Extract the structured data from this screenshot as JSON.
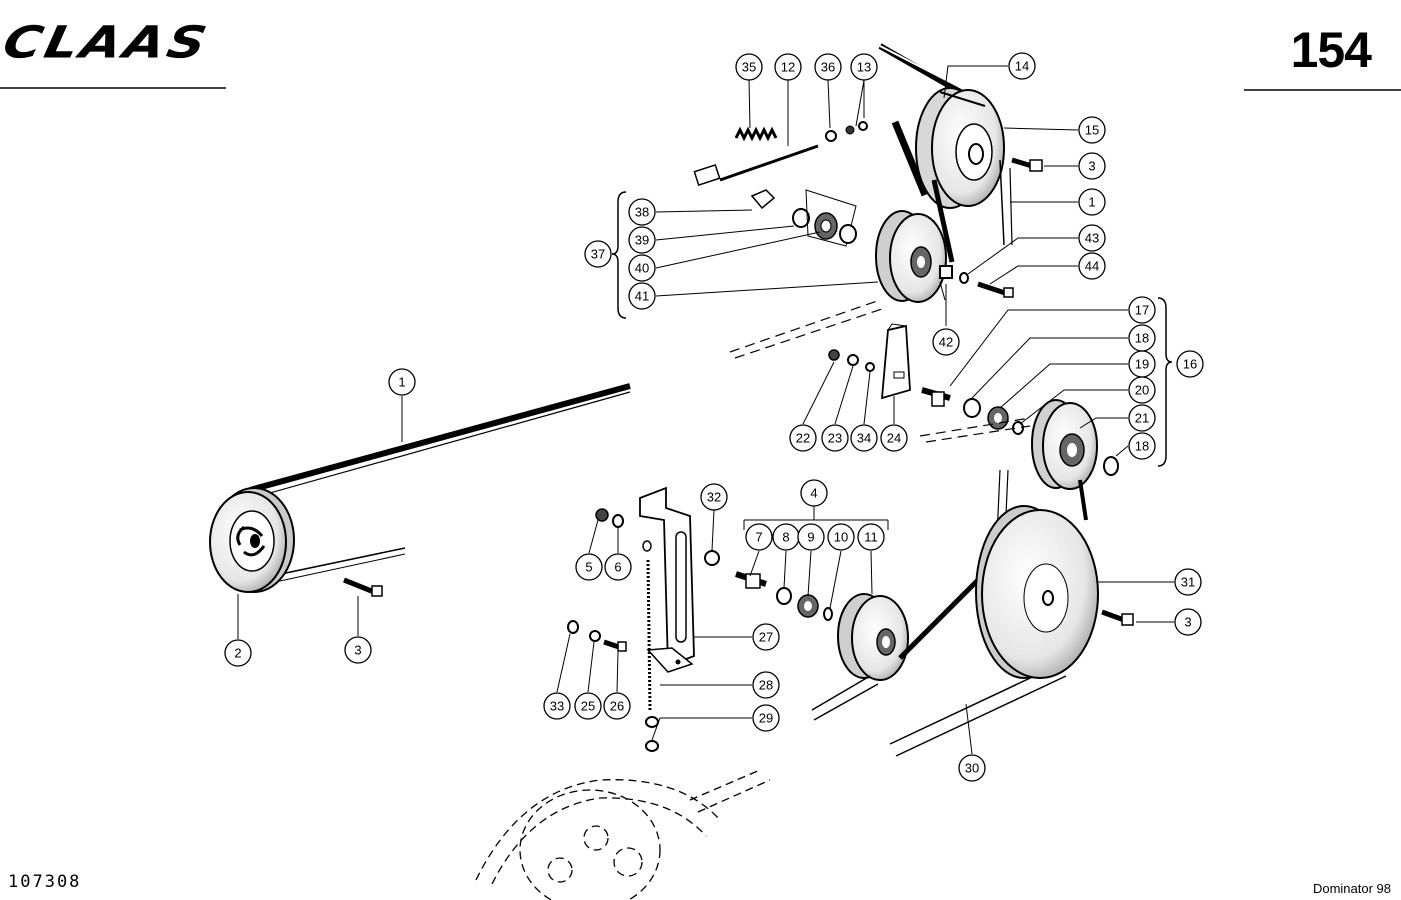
{
  "header": {
    "brand": "CLAAS",
    "page_number": "154"
  },
  "footer": {
    "drawing_number": "107308",
    "model": "Dominator 98"
  },
  "callouts": [
    {
      "label": "35"
    },
    {
      "label": "12"
    },
    {
      "label": "36"
    },
    {
      "label": "13"
    },
    {
      "label": "14"
    },
    {
      "label": "15"
    },
    {
      "label": "3"
    },
    {
      "label": "1"
    },
    {
      "label": "38"
    },
    {
      "label": "39"
    },
    {
      "label": "37"
    },
    {
      "label": "40"
    },
    {
      "label": "41"
    },
    {
      "label": "43"
    },
    {
      "label": "44"
    },
    {
      "label": "42"
    },
    {
      "label": "17"
    },
    {
      "label": "18"
    },
    {
      "label": "19"
    },
    {
      "label": "16"
    },
    {
      "label": "20"
    },
    {
      "label": "21"
    },
    {
      "label": "18"
    },
    {
      "label": "22"
    },
    {
      "label": "23"
    },
    {
      "label": "34"
    },
    {
      "label": "24"
    },
    {
      "label": "1"
    },
    {
      "label": "2"
    },
    {
      "label": "3"
    },
    {
      "label": "32"
    },
    {
      "label": "5"
    },
    {
      "label": "6"
    },
    {
      "label": "4"
    },
    {
      "label": "7"
    },
    {
      "label": "8"
    },
    {
      "label": "9"
    },
    {
      "label": "10"
    },
    {
      "label": "11"
    },
    {
      "label": "27"
    },
    {
      "label": "33"
    },
    {
      "label": "25"
    },
    {
      "label": "26"
    },
    {
      "label": "28"
    },
    {
      "label": "29"
    },
    {
      "label": "31"
    },
    {
      "label": "3"
    },
    {
      "label": "30"
    }
  ]
}
